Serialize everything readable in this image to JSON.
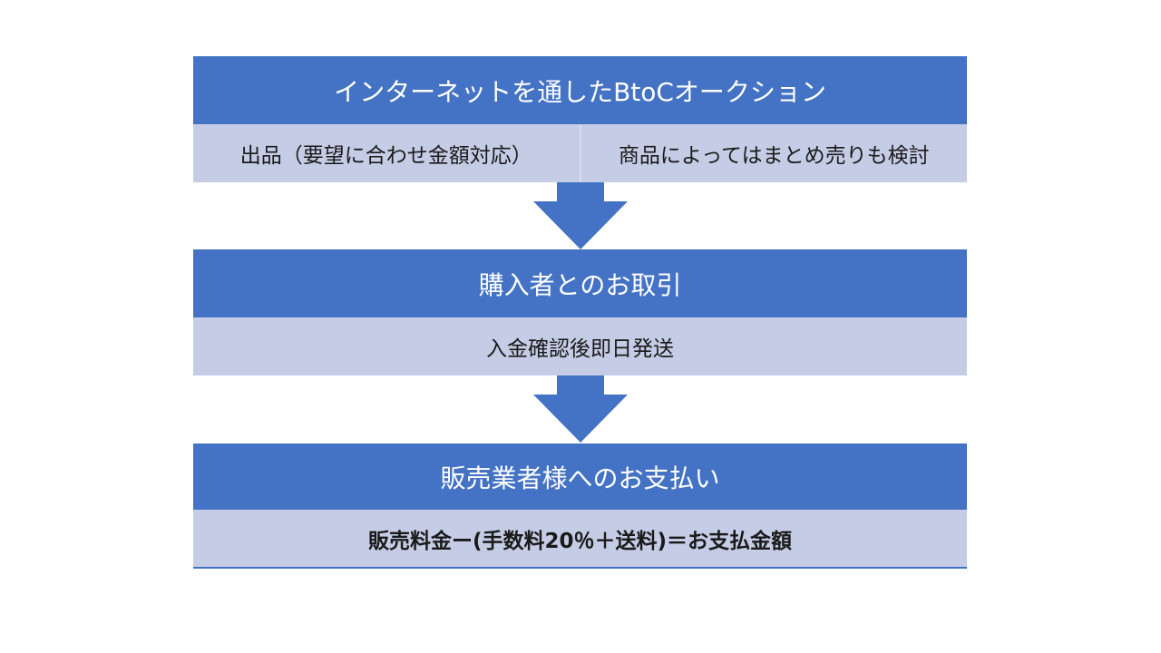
{
  "steps": [
    {
      "title": "インターネットを通したBtoCオークション",
      "details": [
        "出品（要望に合わせ金額対応）",
        "商品によってはまとめ売りも検討"
      ]
    },
    {
      "title": "購入者とのお取引",
      "details": [
        "入金確認後即日発送"
      ]
    },
    {
      "title": "販売業者様へのお支払い",
      "details": [
        "販売料金ー(手数料20％＋送料)＝お支払金額"
      ]
    }
  ],
  "colors": {
    "header": "#4472C4",
    "detail": "#C5CDE6"
  }
}
